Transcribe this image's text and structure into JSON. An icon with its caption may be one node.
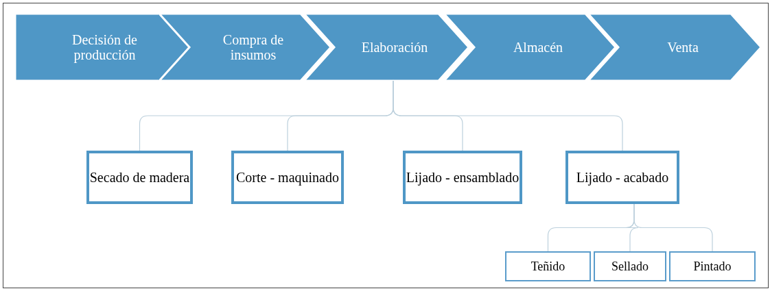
{
  "diagram": {
    "nodes": [
      {
        "text": [
          "Decisión de producción"
        ]
      },
      {
        "text": [
          "Compra de insumos"
        ]
      },
      {
        "text": [
          "Elaboración"
        ]
      },
      {
        "text": [
          "Almacén"
        ]
      },
      {
        "text": [
          "Venta"
        ]
      },
      {
        "text": [
          "Secado de madera"
        ]
      },
      {
        "text": [
          "Corte - maquinado"
        ]
      },
      {
        "text": [
          "Lijado - ensamblado"
        ]
      },
      {
        "text": [
          "Lijado - acabado"
        ]
      },
      {
        "text": [
          "Teñido"
        ]
      },
      {
        "text": [
          "Sellado"
        ]
      },
      {
        "text": [
          "Pintado"
        ]
      }
    ],
    "edges": [
      {
        "from": 2,
        "to": 5,
        "arrow": "none"
      },
      {
        "from": 2,
        "to": 6,
        "arrow": "none"
      },
      {
        "from": 2,
        "to": 7,
        "arrow": "none"
      },
      {
        "from": 2,
        "to": 8,
        "arrow": "none"
      },
      {
        "from": 8,
        "to": 9,
        "arrow": "none"
      },
      {
        "from": 8,
        "to": 10,
        "arrow": "none"
      },
      {
        "from": 8,
        "to": 11,
        "arrow": "none"
      }
    ]
  }
}
